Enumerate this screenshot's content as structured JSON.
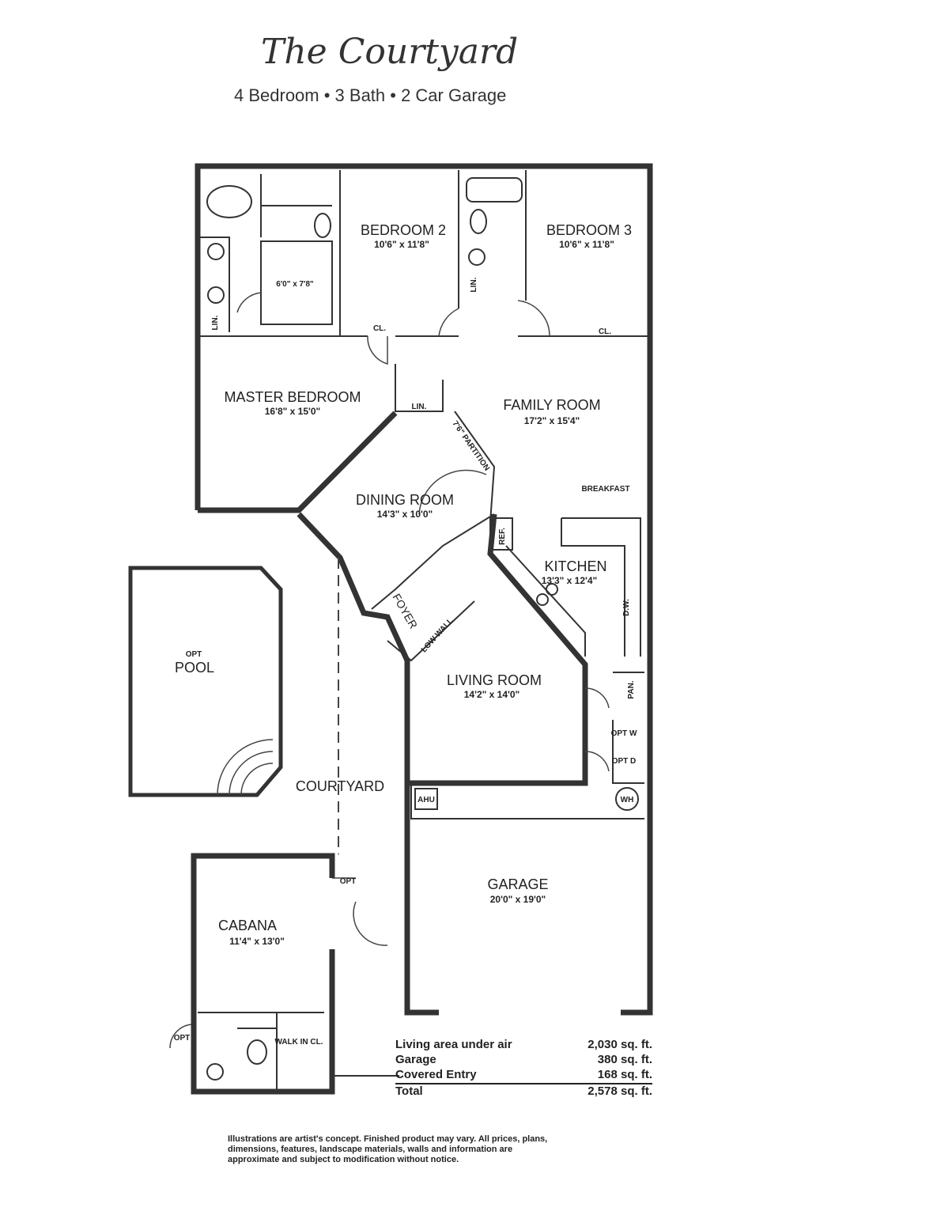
{
  "header": {
    "title": "The Courtyard",
    "subtitle": "4 Bedroom • 3 Bath • 2 Car Garage"
  },
  "rooms": {
    "bedroom2": {
      "name": "BEDROOM 2",
      "dim": "10'6\" x 11'8\""
    },
    "bedroom3": {
      "name": "BEDROOM 3",
      "dim": "10'6\" x 11'8\""
    },
    "closet_master": {
      "dim": "6'0\" x 7'8\""
    },
    "master": {
      "name": "MASTER BEDROOM",
      "dim": "16'8\" x 15'0\""
    },
    "family": {
      "name": "FAMILY ROOM",
      "dim": "17'2\" x 15'4\""
    },
    "dining": {
      "name": "DINING ROOM",
      "dim": "14'3\" x 10'0\""
    },
    "kitchen": {
      "name": "KITCHEN",
      "dim": "13'3\" x 12'4\""
    },
    "living": {
      "name": "LIVING ROOM",
      "dim": "14'2\" x 14'0\""
    },
    "garage": {
      "name": "GARAGE",
      "dim": "20'0\" x 19'0\""
    },
    "cabana": {
      "name": "CABANA",
      "dim": "11'4\" x 13'0\""
    },
    "pool": {
      "opt": "OPT",
      "name": "POOL"
    },
    "courtyard": {
      "name": "COURTYARD"
    },
    "foyer": {
      "name": "FOYER"
    }
  },
  "labels": {
    "lin": "LIN.",
    "cl": "CL.",
    "partition": "7'6\" PARTITION",
    "breakfast": "BREAKFAST",
    "ref": "REF.",
    "dw": "D.W.",
    "pan": "PAN.",
    "opt_w": "OPT W",
    "opt_d": "OPT D",
    "ahu": "AHU",
    "wh": "WH",
    "opt": "OPT",
    "walkin": "WALK IN CL.",
    "low_wall": "LOW WALL"
  },
  "area_table": [
    {
      "label": "Living area under air",
      "value": "2,030 sq. ft."
    },
    {
      "label": "Garage",
      "value": "380 sq. ft."
    },
    {
      "label": "Covered Entry",
      "value": "168 sq. ft."
    },
    {
      "label": "Total",
      "value": "2,578 sq. ft."
    }
  ],
  "disclaimer": "Illustrations are artist's concept. Finished product may vary. All prices, plans, dimensions, features, landscape materials, walls and information are approximate and subject to modification without notice."
}
